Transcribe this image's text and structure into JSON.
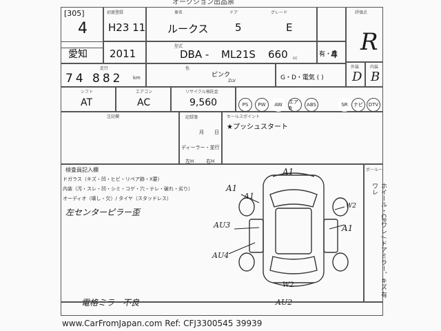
{
  "top_header": "オークション出品票",
  "lot": {
    "label_code": "[305]",
    "grade_number": "4"
  },
  "region": "愛知",
  "first_reg": {
    "label": "初度登録",
    "value": "H23 11"
  },
  "car_name": {
    "label": "車名",
    "value": "ルークス"
  },
  "doors": {
    "label": "ドア",
    "value": "5"
  },
  "grade": {
    "label": "グレード",
    "value": "E"
  },
  "score_label": "評価点",
  "score_value": "R",
  "model_year": "2011",
  "model_code_label": "型式",
  "model_prefix": "DBA -",
  "model": "ML21S",
  "displacement": "660",
  "displacement_unit": "cc",
  "shaken": "有・無",
  "seats": "4",
  "mileage_label": "走行",
  "mileage": "74 882",
  "mileage_unit": "km",
  "color_label": "色",
  "color_value": "ピンク",
  "color_code": "ZLV",
  "fuel": "G・D・電気 (    )",
  "exterior_label": "外装",
  "exterior_value": "D",
  "interior_label": "内装",
  "interior_value": "B",
  "shift_label": "シフト",
  "shift": "AT",
  "ac_label": "エアコン",
  "ac": "AC",
  "recycle_label": "リサイクル預託金",
  "recycle": "9,560",
  "options": [
    "PS",
    "PW",
    "AW",
    "エアB",
    "ABS",
    "SR",
    "ナビ",
    "DTV"
  ],
  "sales_point_label": "セールスポイント",
  "sales_point": "★プッシュスタート",
  "notes_label": "注記欄",
  "record_label": "記録簿",
  "record_fields": [
    "月",
    "日"
  ],
  "dealer": "ディーラー・並行",
  "steering": [
    "左H",
    "右H"
  ],
  "inspector_label": "検査員記入欄",
  "inspector_lines": [
    "ドガラス（キズ・凹・ヒビ・リペア跡・X要）",
    "内装（汚・スレ・凹・シミ・コゲ・穴・テレ・破れ・劣り）",
    "オーディオ（壊し・欠）/ タイヤ（スタッドレス）"
  ],
  "inspector_note": "左センターピラー歪",
  "bottom_note": "電格ミラー不良",
  "diagram_marks": [
    "A1",
    "A1",
    "A1",
    "W2",
    "AU3",
    "AU4",
    "W2",
    "AU2",
    "A1"
  ],
  "side_label": "ボールー",
  "side_text": "ホイール・CPワレ / ドアミラー、キズ 有ワレ",
  "footer": "www.CarFromJapan.com Ref: CFJ3300545 39939"
}
